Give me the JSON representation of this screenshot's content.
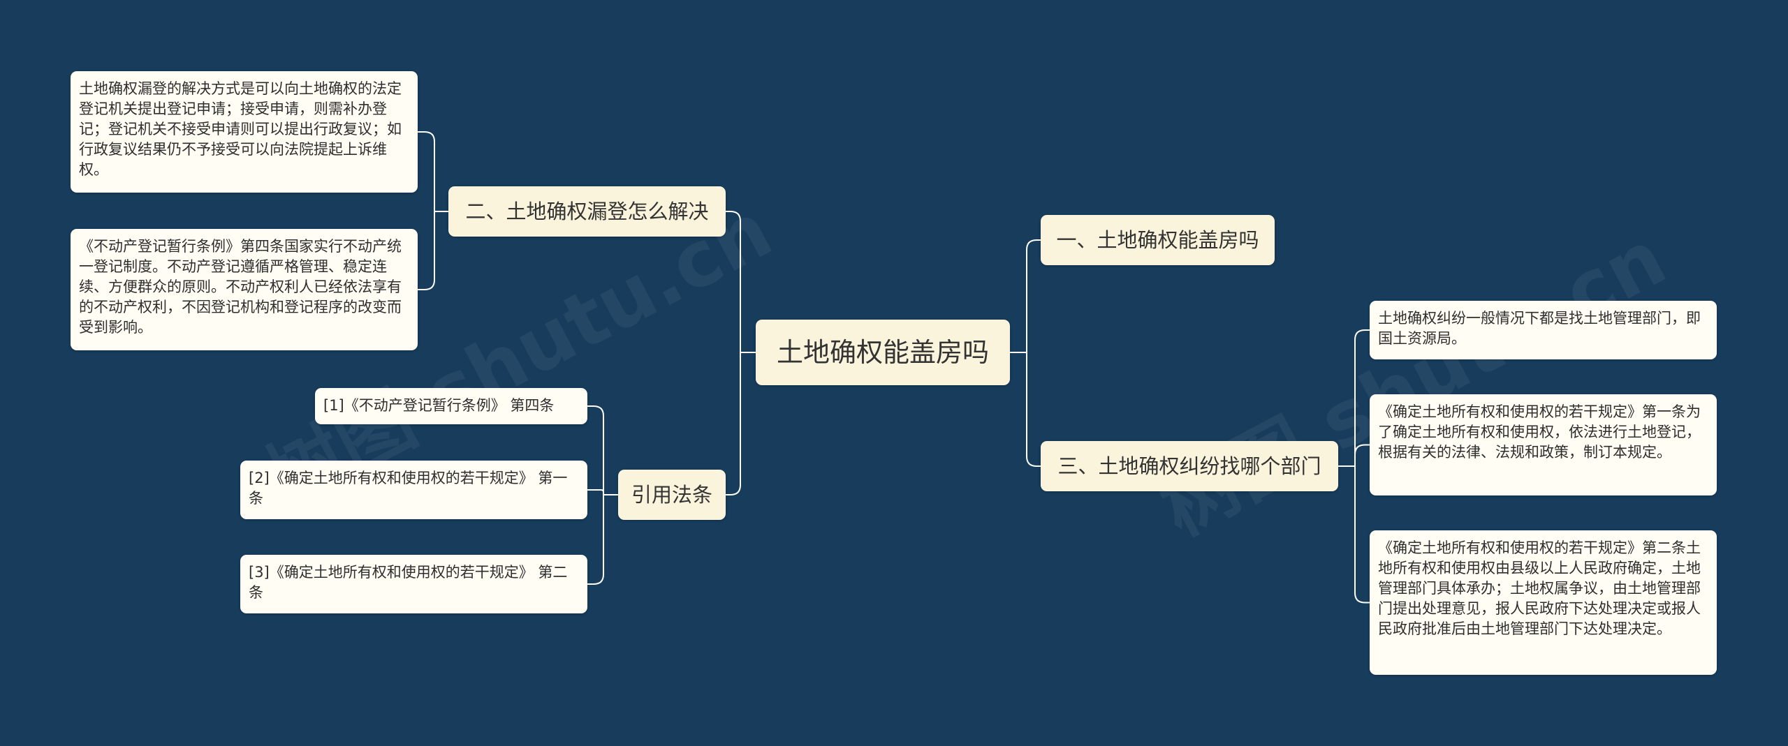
{
  "colors": {
    "background": "#173c5c",
    "node_fill": "#fffdf4",
    "branch_fill": "#fbf4dc",
    "connector": "#ffffff"
  },
  "root": {
    "label": "土地确权能盖房吗"
  },
  "branches": {
    "b1": {
      "label": "一、土地确权能盖房吗"
    },
    "b2": {
      "label": "二、土地确权漏登怎么解决"
    },
    "b3": {
      "label": "三、土地确权纠纷找哪个部门"
    },
    "b4": {
      "label": "引用法条"
    }
  },
  "leaves": {
    "l2a": "土地确权漏登的解决方式是可以向土地确权的法定登记机关提出登记申请；接受申请，则需补办登记；登记机关不接受申请则可以提出行政复议；如行政复议结果仍不予接受可以向法院提起上诉维权。",
    "l2b": "《不动产登记暂行条例》第四条国家实行不动产统一登记制度。不动产登记遵循严格管理、稳定连续、方便群众的原则。不动产权利人已经依法享有的不动产权利，不因登记机构和登记程序的改变而受到影响。",
    "l4a": "[1]《不动产登记暂行条例》 第四条",
    "l4b": "[2]《确定土地所有权和使用权的若干规定》 第一条",
    "l4c": "[3]《确定土地所有权和使用权的若干规定》 第二条",
    "l3a": "土地确权纠纷一般情况下都是找土地管理部门，即国土资源局。",
    "l3b": "《确定土地所有权和使用权的若干规定》第一条为了确定土地所有权和使用权，依法进行土地登记，根据有关的法律、法规和政策，制订本规定。",
    "l3c": "《确定土地所有权和使用权的若干规定》第二条土地所有权和使用权由县级以上人民政府确定，土地管理部门具体承办；土地权属争议，由土地管理部门提出处理意见，报人民政府下达处理决定或报人民政府批准后由土地管理部门下达处理决定。"
  }
}
